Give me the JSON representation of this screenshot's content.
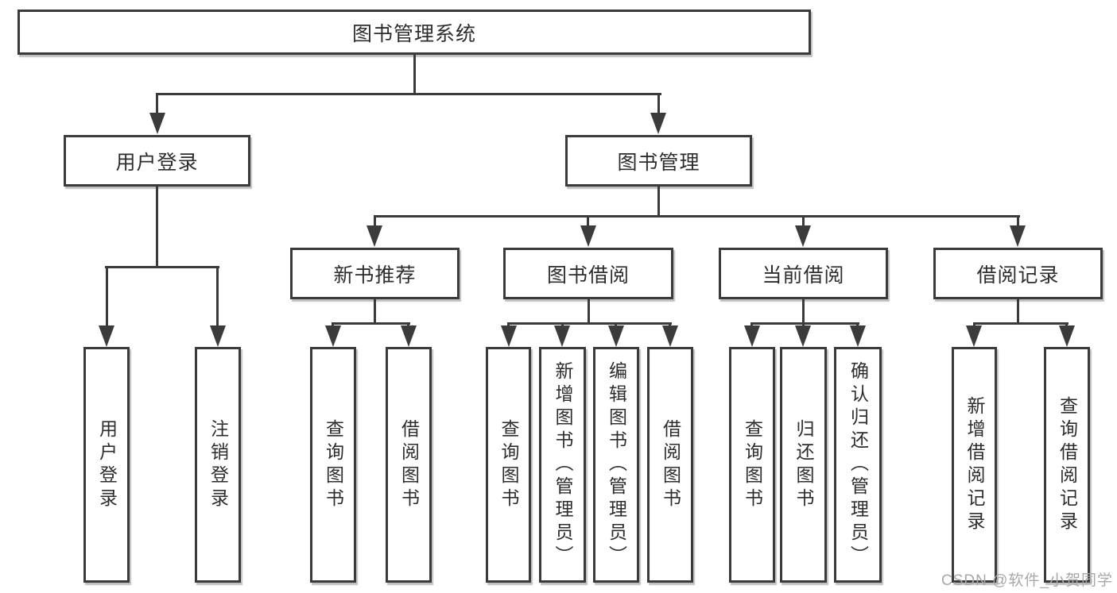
{
  "root": {
    "label": "图书管理系统"
  },
  "tree": [
    {
      "label": "用户登录",
      "children": [
        {
          "label": "用户登录"
        },
        {
          "label": "注销登录"
        }
      ]
    },
    {
      "label": "图书管理",
      "children": [
        {
          "label": "新书推荐",
          "children": [
            {
              "label": "查询图书"
            },
            {
              "label": "借阅图书"
            }
          ]
        },
        {
          "label": "图书借阅",
          "children": [
            {
              "label": "查询图书"
            },
            {
              "label": "新增图书（管理员）"
            },
            {
              "label": "编辑图书（管理员）"
            },
            {
              "label": "借阅图书"
            }
          ]
        },
        {
          "label": "当前借阅",
          "children": [
            {
              "label": "查询图书"
            },
            {
              "label": "归还图书"
            },
            {
              "label": "确认归还（管理员）"
            }
          ]
        },
        {
          "label": "借阅记录",
          "children": [
            {
              "label": "新增借阅记录"
            },
            {
              "label": "查询借阅记录"
            }
          ]
        }
      ]
    }
  ],
  "watermark": {
    "text": "CSDN @软件_小贺同学"
  },
  "colors": {
    "line": "#3b3b3b",
    "text": "#2d2d2d",
    "box_fill": "#ffffff",
    "watermark": "#a8a8a8",
    "background": "#ffffff"
  }
}
